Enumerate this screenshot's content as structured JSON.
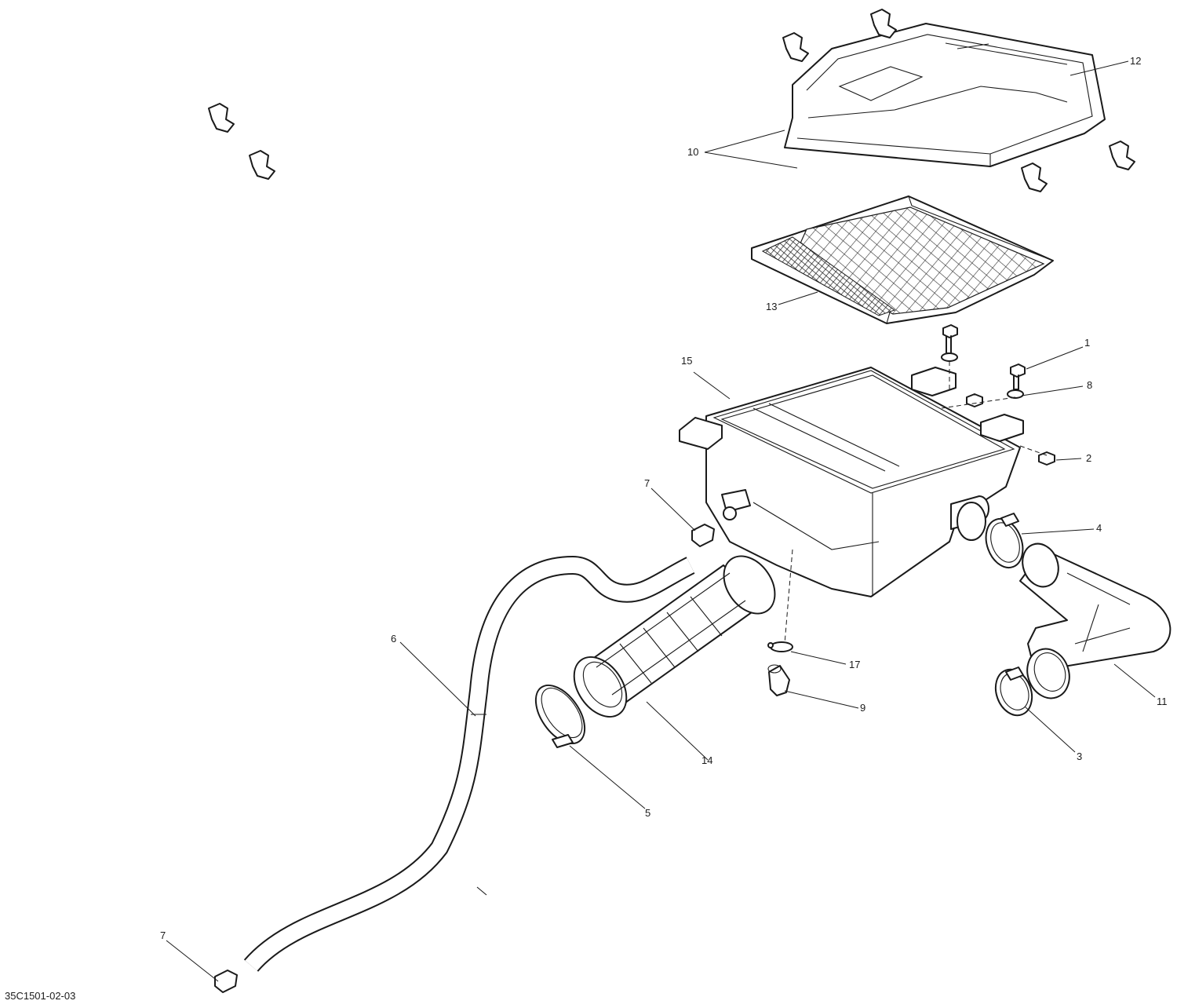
{
  "diagram": {
    "reference_code": "35C1501-02-03",
    "callouts": {
      "c1": "1",
      "c2": "2",
      "c3": "3",
      "c4": "4",
      "c5": "5",
      "c6": "6",
      "c7a": "7",
      "c7b": "7",
      "c8": "8",
      "c9": "9",
      "c10": "10",
      "c11": "11",
      "c12": "12",
      "c13": "13",
      "c14": "14",
      "c15": "15",
      "c17": "17"
    }
  },
  "colors": {
    "line": "#1a1a1a",
    "background": "#ffffff"
  }
}
